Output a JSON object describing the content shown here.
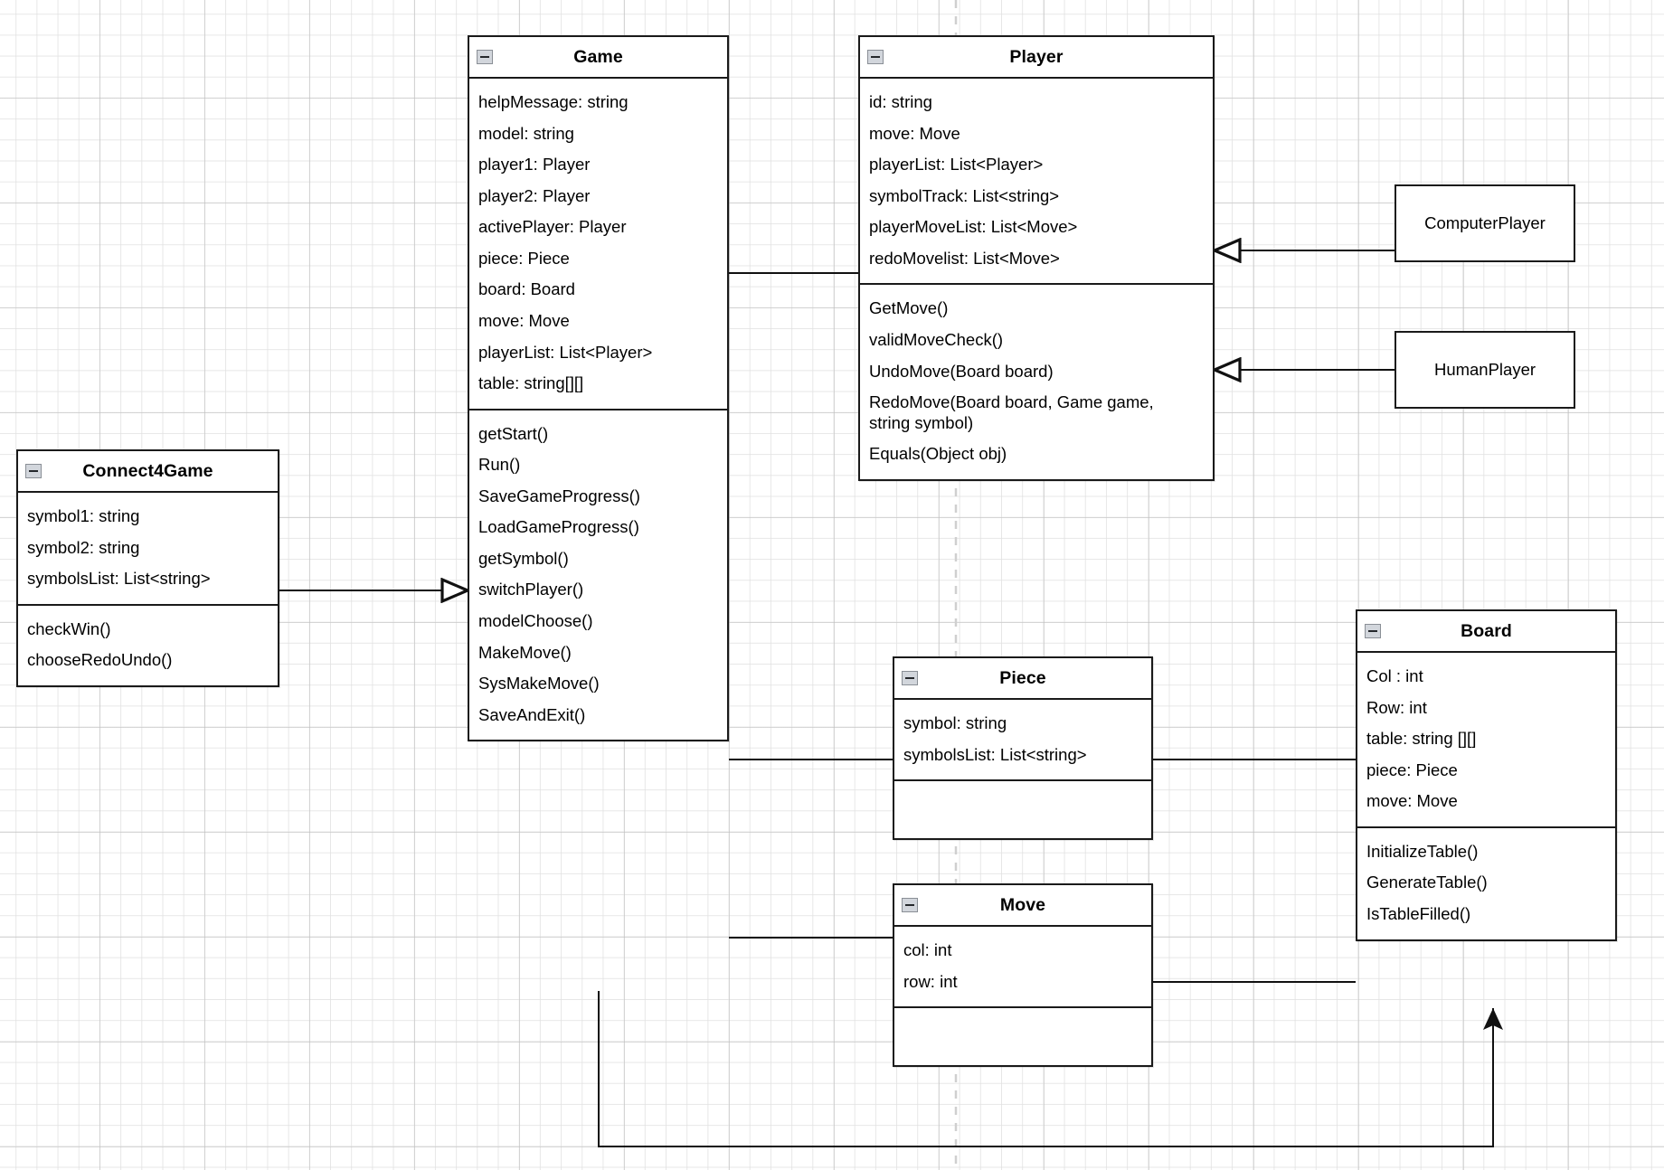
{
  "diagram": {
    "kind": "uml-class-diagram",
    "page_break_guide": true,
    "grid": true,
    "background": "#ffffff",
    "line_color": "#1a1a1a"
  },
  "icons": {
    "collapse": "collapse-icon"
  },
  "classes": {
    "connect4game": {
      "name": "Connect4Game",
      "attributes": [
        "symbol1: string",
        "symbol2: string",
        "symbolsList: List<string>"
      ],
      "methods": [
        "checkWin()",
        "chooseRedoUndo()"
      ]
    },
    "game": {
      "name": "Game",
      "attributes": [
        "helpMessage: string",
        "model: string",
        "player1: Player",
        "player2: Player",
        "activePlayer: Player",
        "piece: Piece",
        "board: Board",
        "move: Move",
        "playerList: List<Player>",
        "table: string[][]"
      ],
      "methods": [
        "getStart()",
        "Run()",
        "SaveGameProgress()",
        "LoadGameProgress()",
        "getSymbol()",
        "switchPlayer()",
        "modelChoose()",
        "MakeMove()",
        "SysMakeMove()",
        "SaveAndExit()"
      ]
    },
    "player": {
      "name": "Player",
      "attributes": [
        "id: string",
        "move: Move",
        "playerList: List<Player>",
        "symbolTrack: List<string>",
        "playerMoveList: List<Move>",
        "redoMovelist: List<Move>"
      ],
      "methods": [
        "GetMove()",
        "validMoveCheck()",
        "UndoMove(Board board)",
        "RedoMove(Board board, Game game, string symbol)",
        "Equals(Object obj)"
      ]
    },
    "computerplayer": {
      "name": "ComputerPlayer"
    },
    "humanplayer": {
      "name": "HumanPlayer"
    },
    "piece": {
      "name": "Piece",
      "attributes": [
        "symbol: string",
        "symbolsList: List<string>"
      ],
      "methods": []
    },
    "move": {
      "name": "Move",
      "attributes": [
        "col: int",
        "row: int"
      ],
      "methods": []
    },
    "board": {
      "name": "Board",
      "attributes": [
        "Col : int",
        "Row: int",
        "table: string [][]",
        "piece: Piece",
        "move: Move"
      ],
      "methods": [
        "InitializeTable()",
        "GenerateTable()",
        "IsTableFilled()"
      ]
    }
  },
  "relationships": [
    {
      "from": "Connect4Game",
      "to": "Game",
      "arrow": "hollow-triangle"
    },
    {
      "from": "ComputerPlayer",
      "to": "Player",
      "arrow": "hollow-triangle"
    },
    {
      "from": "HumanPlayer",
      "to": "Player",
      "arrow": "hollow-triangle"
    },
    {
      "from": "Game",
      "to": "Player",
      "arrow": "none"
    },
    {
      "from": "Game",
      "to": "Piece",
      "arrow": "none"
    },
    {
      "from": "Piece",
      "to": "Board",
      "arrow": "none"
    },
    {
      "from": "Game",
      "to": "Move",
      "arrow": "none"
    },
    {
      "from": "Move",
      "to": "Board",
      "arrow": "none"
    },
    {
      "from": "Game",
      "to": "Board",
      "arrow": "filled-arrow"
    }
  ]
}
